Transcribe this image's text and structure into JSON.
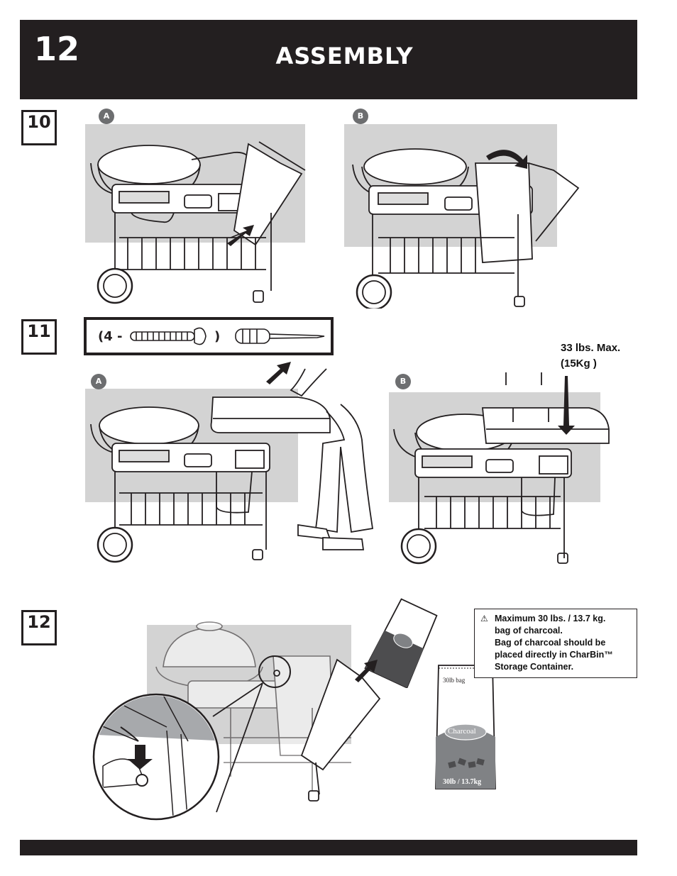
{
  "header": {
    "page_number": "12",
    "title": "ASSEMBLY"
  },
  "steps": [
    {
      "number": "10",
      "panels": [
        "A",
        "B"
      ]
    },
    {
      "number": "11",
      "panels": [
        "A",
        "B"
      ]
    },
    {
      "number": "12"
    }
  ],
  "hardware": {
    "open": "(4 -",
    "close": ")"
  },
  "weight_limit": {
    "line1": "33 lbs. Max.",
    "line2": "(15Kg )"
  },
  "warning": {
    "icon": "warning-triangle-icon",
    "symbol": "⚠",
    "lines": [
      "Maximum 30 lbs. / 13.7 kg.",
      "bag of charcoal.",
      "Bag of charcoal should be",
      "placed directly in CharBin™",
      "Storage Container."
    ]
  },
  "charcoal_bag": {
    "top": "30lb bag",
    "brand": "Charcoal",
    "bottom": "30lb / 13.7kg"
  },
  "colors": {
    "header_bg": "#231f20",
    "panel_bg": "#d3d3d3",
    "badge": "#6d6e70"
  }
}
